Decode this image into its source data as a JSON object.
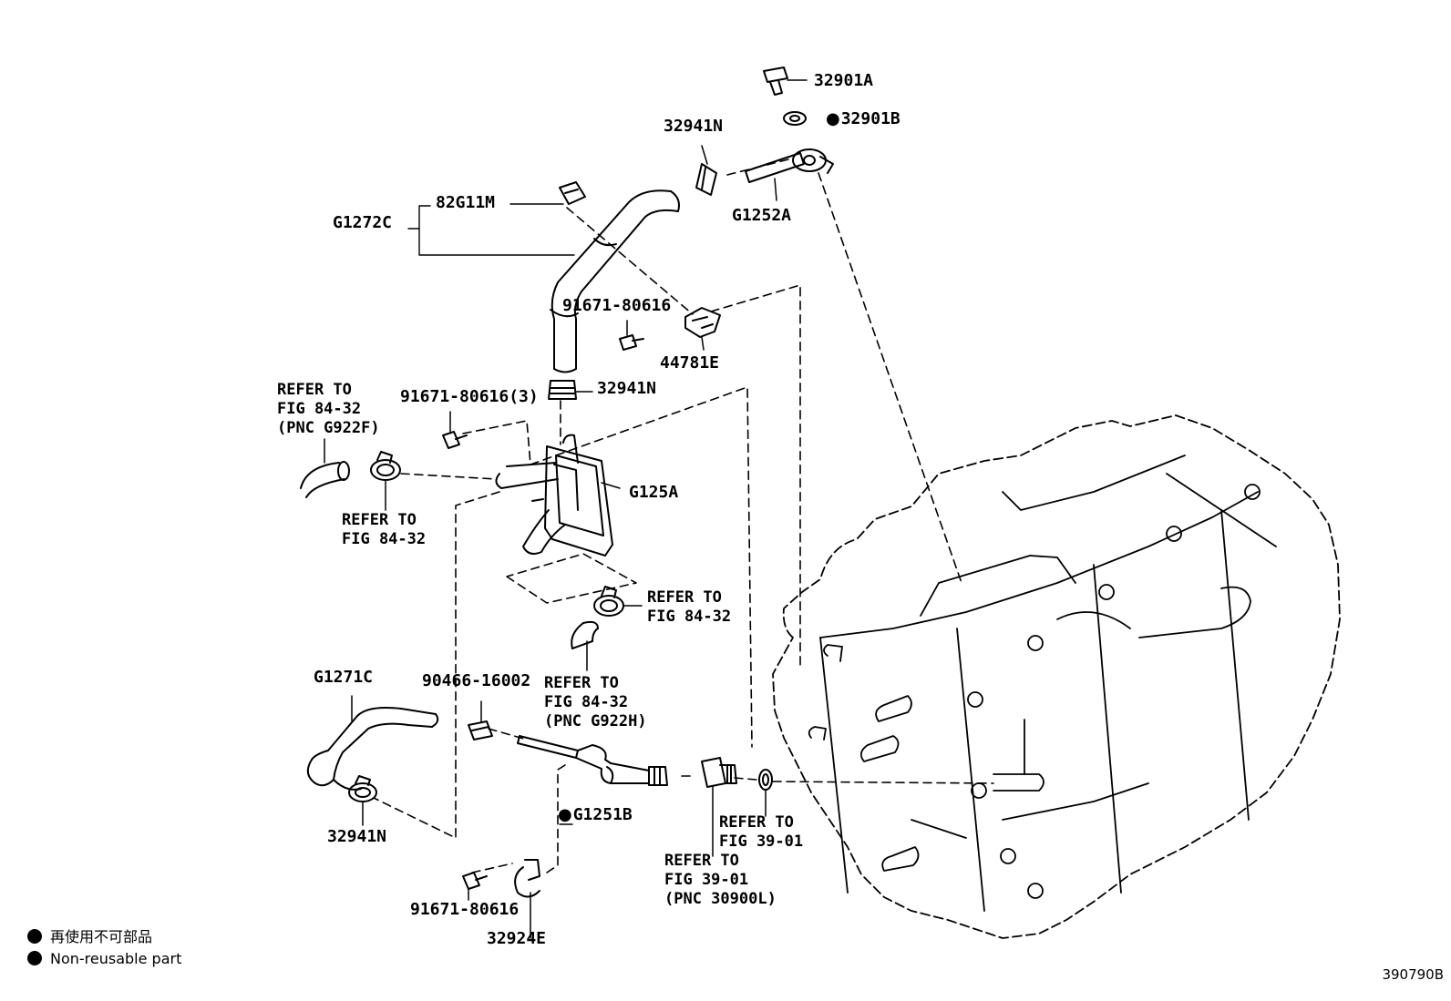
{
  "parts": {
    "p32901A": "32901A",
    "p32901B": "32901B",
    "p32941N_top": "32941N",
    "p82G11M": "82G11M",
    "pG1272C": "G1272C",
    "pG1252A": "G1252A",
    "p91671_a": "91671-80616",
    "p44781E": "44781E",
    "p32941N_mid": "32941N",
    "p91671_b": "91671-80616(3)",
    "pG125A": "G125A",
    "pG1271C": "G1271C",
    "p90466": "90466-16002",
    "p32941N_bottom": "32941N",
    "pG1251B": "G1251B",
    "p91671_c": "91671-80616",
    "p32924E": "32924E"
  },
  "refs": {
    "ref1": "REFER TO\nFIG 84-32\n(PNC G922F)",
    "ref2": "REFER TO\nFIG 84-32",
    "ref3": "REFER TO\nFIG 84-32",
    "ref4": "REFER TO\nFIG 84-32\n(PNC G922H)",
    "ref5": "REFER TO\nFIG 39-01",
    "ref6": "REFER TO\nFIG 39-01\n(PNC 30900L)"
  },
  "legend": {
    "jp": "再使用不可部品",
    "en": "Non-reusable part"
  },
  "diagram_code": "390790B",
  "colors": {
    "ink": "#000000",
    "paper": "#ffffff"
  }
}
